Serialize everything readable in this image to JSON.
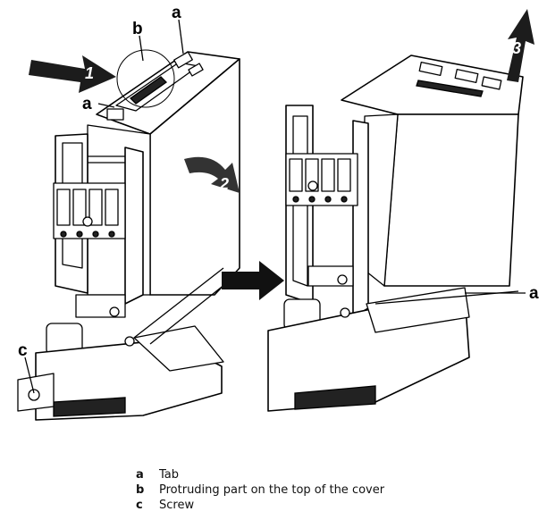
{
  "callouts": {
    "left_a_top": "a",
    "left_b": "b",
    "left_a_mid": "a",
    "left_c": "c",
    "right_a": "a"
  },
  "steps": [
    "1",
    "2",
    "3"
  ],
  "legend": [
    {
      "key": "a",
      "text": "Tab"
    },
    {
      "key": "b",
      "text": "Protruding part on the top of the cover"
    },
    {
      "key": "c",
      "text": "Screw"
    }
  ]
}
